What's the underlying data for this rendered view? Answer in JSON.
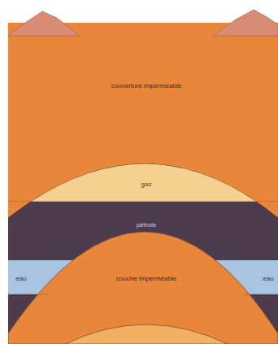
{
  "diagram": {
    "labels": [
      "couverture imperméable",
      "gaz",
      "pétrole",
      "eau",
      "couche imperméable",
      "eau"
    ]
  }
}
